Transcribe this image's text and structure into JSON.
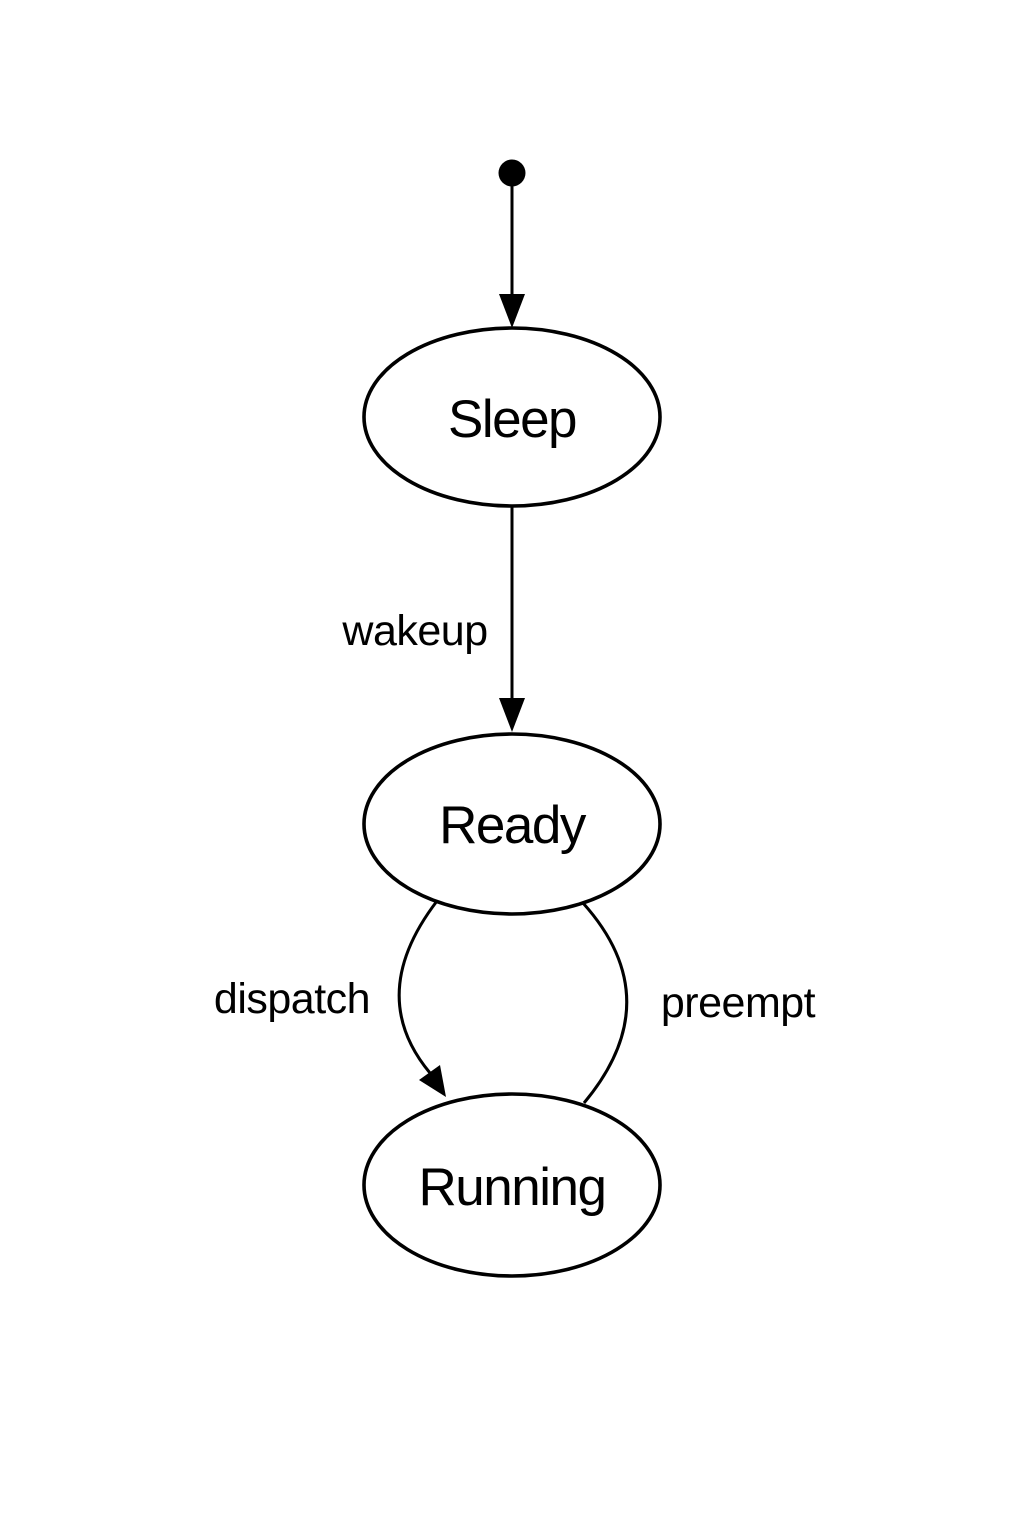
{
  "diagram": {
    "kind": "state-diagram",
    "background_color": "#ffffff",
    "line_color": "#000000",
    "text_color": "#000000",
    "nodes": [
      {
        "id": "initial",
        "kind": "initial-pseudostate",
        "label": ""
      },
      {
        "id": "sleep",
        "kind": "state",
        "label": "Sleep"
      },
      {
        "id": "ready",
        "kind": "state",
        "label": "Ready"
      },
      {
        "id": "running",
        "kind": "state",
        "label": "Running"
      }
    ],
    "edges": [
      {
        "id": "initial-to-sleep",
        "from": "initial",
        "to": "sleep",
        "label": "",
        "arrowhead": true
      },
      {
        "id": "sleep-to-ready",
        "from": "sleep",
        "to": "ready",
        "label": "wakeup",
        "arrowhead": true
      },
      {
        "id": "ready-to-running",
        "from": "ready",
        "to": "running",
        "label": "dispatch",
        "arrowhead": true
      },
      {
        "id": "running-to-ready",
        "from": "running",
        "to": "ready",
        "label": "preempt",
        "arrowhead": false
      }
    ]
  }
}
